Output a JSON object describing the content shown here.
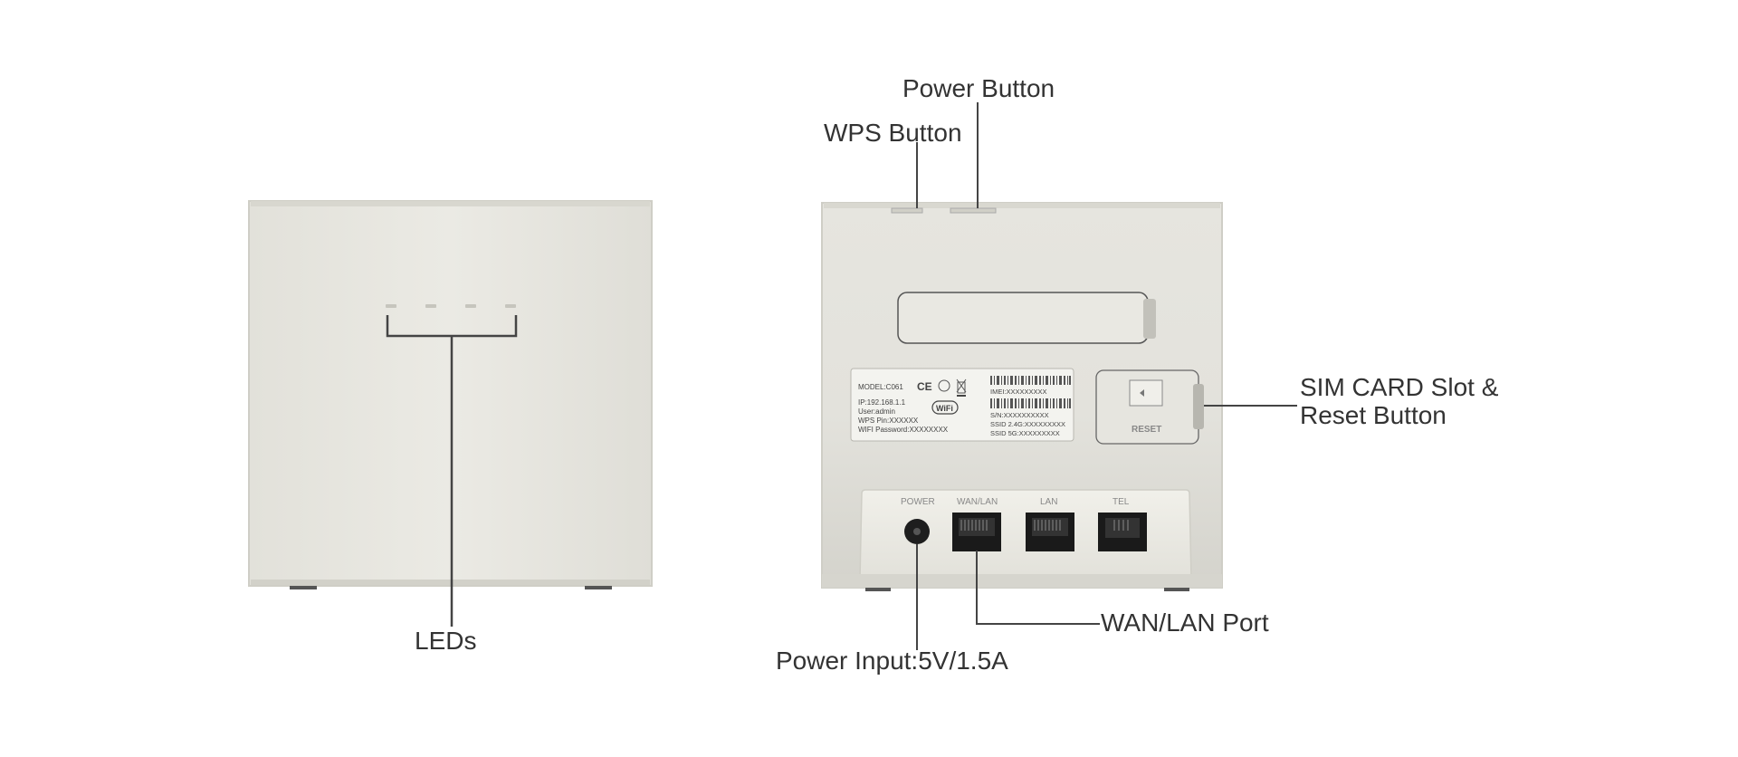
{
  "callouts": {
    "leds": "LEDs",
    "power_button": "Power Button",
    "wps_button": "WPS Button",
    "sim_reset_line1": "SIM CARD Slot &",
    "sim_reset_line2": "Reset Button",
    "wan_lan_port": "WAN/LAN Port",
    "power_input": "Power Input:5V/1.5A"
  },
  "label_sticker": {
    "model": "MODEL:C061",
    "ip": "IP:192.168.1.1",
    "user": "User:admin",
    "wps_pin": "WPS Pin:XXXXXX",
    "wifi_password": "WIFI Password:XXXXXXXX",
    "imei": "IMEI:XXXXXXXXX",
    "sn": "S/N:XXXXXXXXXX",
    "ssid_24": "SSID 2.4G:XXXXXXXXX",
    "ssid_5": "SSID 5G:XXXXXXXXX",
    "ce_mark": "CE",
    "wifi_logo": "WiFi"
  },
  "reset_label": "RESET",
  "ports": {
    "power": "POWER",
    "wan_lan": "WAN/LAN",
    "lan": "LAN",
    "tel": "TEL"
  },
  "colors": {
    "device_body": "#e7e6df",
    "device_edge": "#cfcec6",
    "leader_line": "#444444",
    "text": "#333333"
  }
}
